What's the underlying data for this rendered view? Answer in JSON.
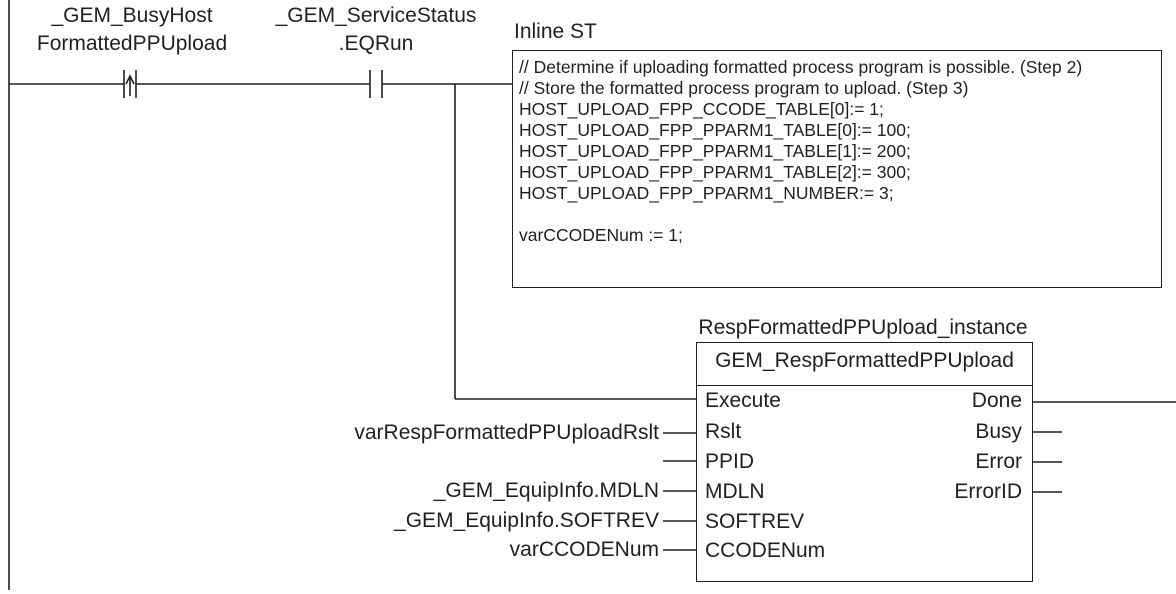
{
  "contacts": [
    {
      "line1": "_GEM_BusyHost",
      "line2": "FormattedPPUpload",
      "type": "up-edge"
    },
    {
      "line1": "_GEM_ServiceStatus",
      "line2": ".EQRun",
      "type": "no"
    }
  ],
  "inline_st": {
    "title": "Inline ST",
    "lines": [
      "// Determine if uploading formatted process program is possible. (Step 2)",
      "// Store the formatted process program to upload. (Step 3)",
      "HOST_UPLOAD_FPP_CCODE_TABLE[0]:= 1;",
      "HOST_UPLOAD_FPP_PPARM1_TABLE[0]:= 100;",
      "HOST_UPLOAD_FPP_PPARM1_TABLE[1]:= 200;",
      "HOST_UPLOAD_FPP_PPARM1_TABLE[2]:= 300;",
      "HOST_UPLOAD_FPP_PPARM1_NUMBER:= 3;",
      "",
      "varCCODENum := 1;"
    ]
  },
  "function_block": {
    "instance_name": "RespFormattedPPUpload_instance",
    "type_name": "GEM_RespFormattedPPUpload",
    "inputs": [
      {
        "pin": "Execute",
        "variable": ""
      },
      {
        "pin": "Rslt",
        "variable": "varRespFormattedPPUploadRslt"
      },
      {
        "pin": "PPID",
        "variable": ""
      },
      {
        "pin": "MDLN",
        "variable": "_GEM_EquipInfo.MDLN"
      },
      {
        "pin": "SOFTREV",
        "variable": "_GEM_EquipInfo.SOFTREV"
      },
      {
        "pin": "CCODENum",
        "variable": "varCCODENum"
      }
    ],
    "outputs": [
      {
        "pin": "Done"
      },
      {
        "pin": "Busy"
      },
      {
        "pin": "Error"
      },
      {
        "pin": "ErrorID"
      }
    ]
  }
}
